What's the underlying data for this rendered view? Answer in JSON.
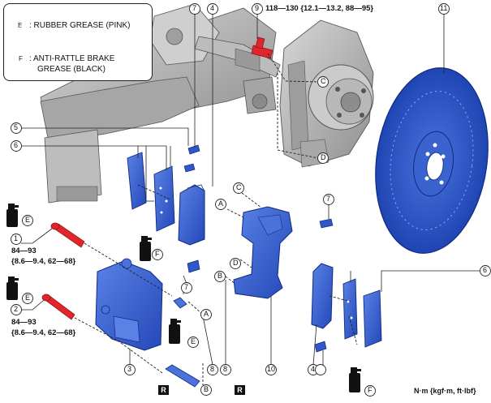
{
  "legend": {
    "items": [
      {
        "letter": "E",
        "text": ": RUBBER GREASE (PINK)"
      },
      {
        "letter": "F",
        "text_line1": ": ANTI-RATTLE BRAKE",
        "text_line2": "GREASE (BLACK)"
      }
    ]
  },
  "grease_can_label": "GREASE",
  "callouts": [
    "1",
    "2",
    "3",
    "4",
    "5",
    "6",
    "7",
    "8",
    "9",
    "10",
    "11"
  ],
  "letters": [
    "A",
    "B",
    "C",
    "D",
    "E",
    "F"
  ],
  "torques": {
    "t9": "118—130 {12.1—13.2, 88—95}",
    "t1_line1": "84—93",
    "t1_line2": "{8.6—9.4, 62—68}",
    "t2_line1": "84—93",
    "t2_line2": "{8.6—9.4, 62—68}"
  },
  "replace_badge": "R",
  "units": "N·m {kgf·m, ft·lbf}",
  "colors": {
    "part_blue": "#2f57c8",
    "part_blue_dark": "#1b3a99",
    "bolt_red": "#e0262a",
    "grey": "#b9b9b9"
  }
}
